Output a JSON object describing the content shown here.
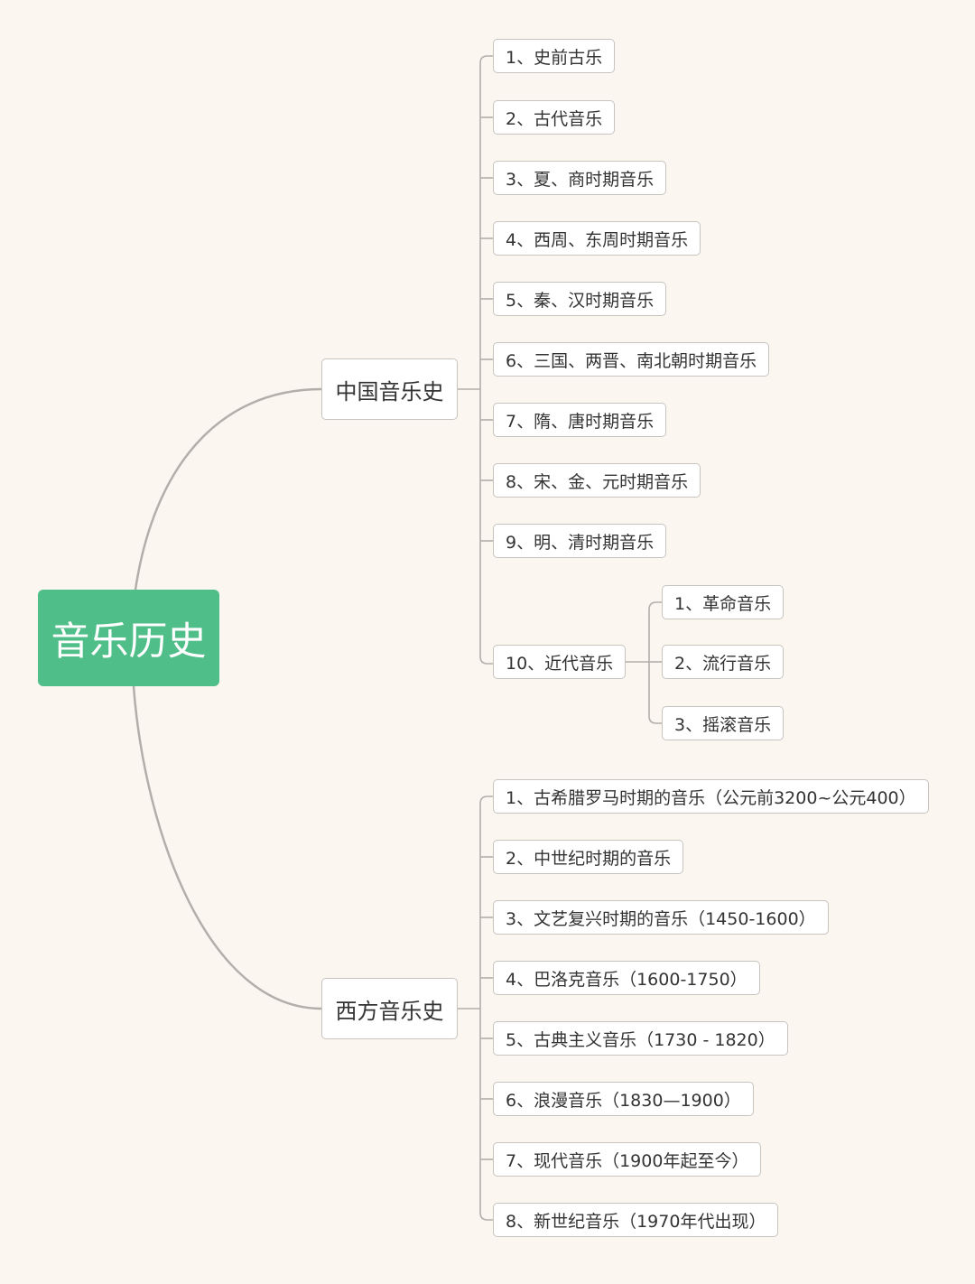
{
  "root": {
    "label": "音乐历史"
  },
  "colors": {
    "root_fill": "#50be88",
    "line": "#b3aea9",
    "node_border": "#c7c3bf",
    "background": "#fcf6f1"
  },
  "branches": [
    {
      "label": "中国音乐史",
      "children": [
        {
          "label": "1、史前古乐"
        },
        {
          "label": "2、古代音乐"
        },
        {
          "label": "3、夏、商时期音乐"
        },
        {
          "label": "4、西周、东周时期音乐"
        },
        {
          "label": "5、秦、汉时期音乐"
        },
        {
          "label": "6、三国、两晋、南北朝时期音乐"
        },
        {
          "label": "7、隋、唐时期音乐"
        },
        {
          "label": "8、宋、金、元时期音乐"
        },
        {
          "label": "9、明、清时期音乐"
        },
        {
          "label": "10、近代音乐",
          "children": [
            {
              "label": "1、革命音乐"
            },
            {
              "label": "2、流行音乐"
            },
            {
              "label": "3、摇滚音乐"
            }
          ]
        }
      ]
    },
    {
      "label": "西方音乐史",
      "children": [
        {
          "label": "1、古希腊罗马时期的音乐（公元前3200~公元400）"
        },
        {
          "label": "2、中世纪时期的音乐"
        },
        {
          "label": "3、文艺复兴时期的音乐（1450-1600）"
        },
        {
          "label": "4、巴洛克音乐（1600-1750）"
        },
        {
          "label": "5、古典主义音乐（1730 - 1820）"
        },
        {
          "label": "6、浪漫音乐（1830—1900）"
        },
        {
          "label": "7、现代音乐（1900年起至今）"
        },
        {
          "label": "8、新世纪音乐（1970年代出现）"
        }
      ]
    }
  ]
}
